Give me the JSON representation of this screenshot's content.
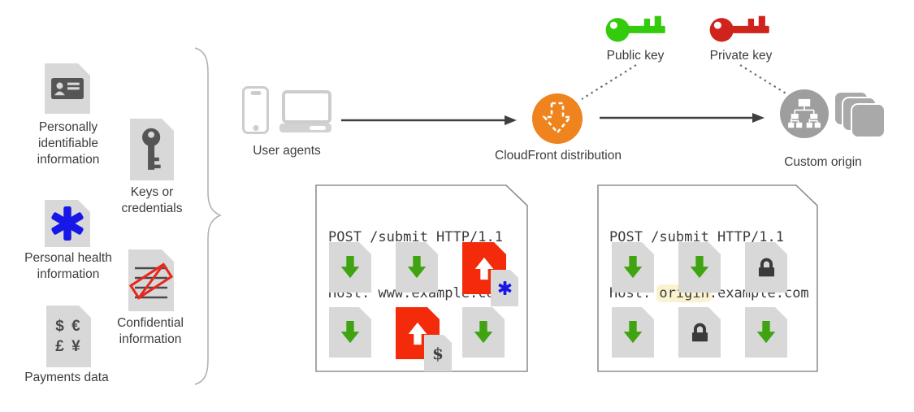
{
  "diagram": {
    "left_panel": {
      "items": [
        {
          "label": "Personally identifiable information",
          "icon": "id-card-document-icon"
        },
        {
          "label": "Keys or credentials",
          "icon": "key-document-icon"
        },
        {
          "label": "Personal health information",
          "icon": "medical-asterisk-document-icon"
        },
        {
          "label": "Confidential information",
          "icon": "redacted-document-icon"
        },
        {
          "label": "Payments data",
          "icon": "currency-document-icon",
          "currency_line1": "$ €",
          "currency_line2": "£ ¥"
        }
      ]
    },
    "flow": {
      "user_agents_label": "User agents",
      "cloudfront_label": "CloudFront distribution",
      "public_key_label": "Public key",
      "private_key_label": "Private key",
      "custom_origin_label": "Custom origin"
    },
    "requests": {
      "edge": {
        "request_line": "POST /submit HTTP/1.1",
        "host_line": "Host: www.example.com",
        "documents": [
          [
            "download",
            "download",
            "upload-health"
          ],
          [
            "download",
            "upload-payment",
            "download"
          ]
        ]
      },
      "origin": {
        "request_line": "POST /submit HTTP/1.1",
        "host_prefix": "Host: ",
        "host_highlighted": "origin",
        "host_suffix": ".example.com",
        "documents": [
          [
            "download",
            "download",
            "encrypted"
          ],
          [
            "download",
            "encrypted",
            "download"
          ]
        ]
      },
      "payment_badge_symbol": "$"
    },
    "colors": {
      "download_green": "#3fa312",
      "upload_red": "#f32b0b",
      "medical_blue": "#1717e8",
      "cloudfront_orange": "#ef831d",
      "public_key_green": "#33cb0b",
      "private_key_red": "#cf241b",
      "confidential_stamp_red": "#e8261d",
      "host_highlight": "#fbf3cf"
    }
  }
}
